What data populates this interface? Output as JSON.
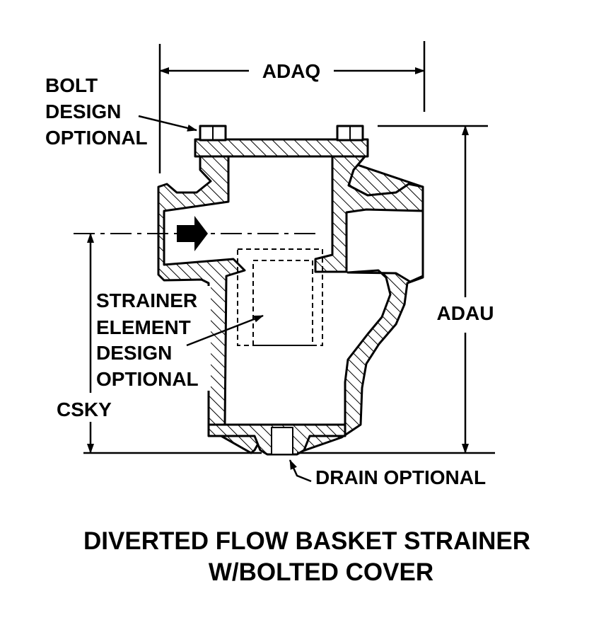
{
  "dimensions": {
    "width": "ADAQ",
    "height": "ADAU",
    "inlet_height": "CSKY"
  },
  "labels": {
    "bolt": [
      "BOLT",
      "DESIGN",
      "OPTIONAL"
    ],
    "strainer": [
      "STRAINER",
      "ELEMENT",
      "DESIGN",
      "OPTIONAL"
    ],
    "drain": "DRAIN OPTIONAL"
  },
  "title": {
    "line1": "DIVERTED FLOW BASKET STRAINER",
    "line2": "W/BOLTED COVER"
  }
}
